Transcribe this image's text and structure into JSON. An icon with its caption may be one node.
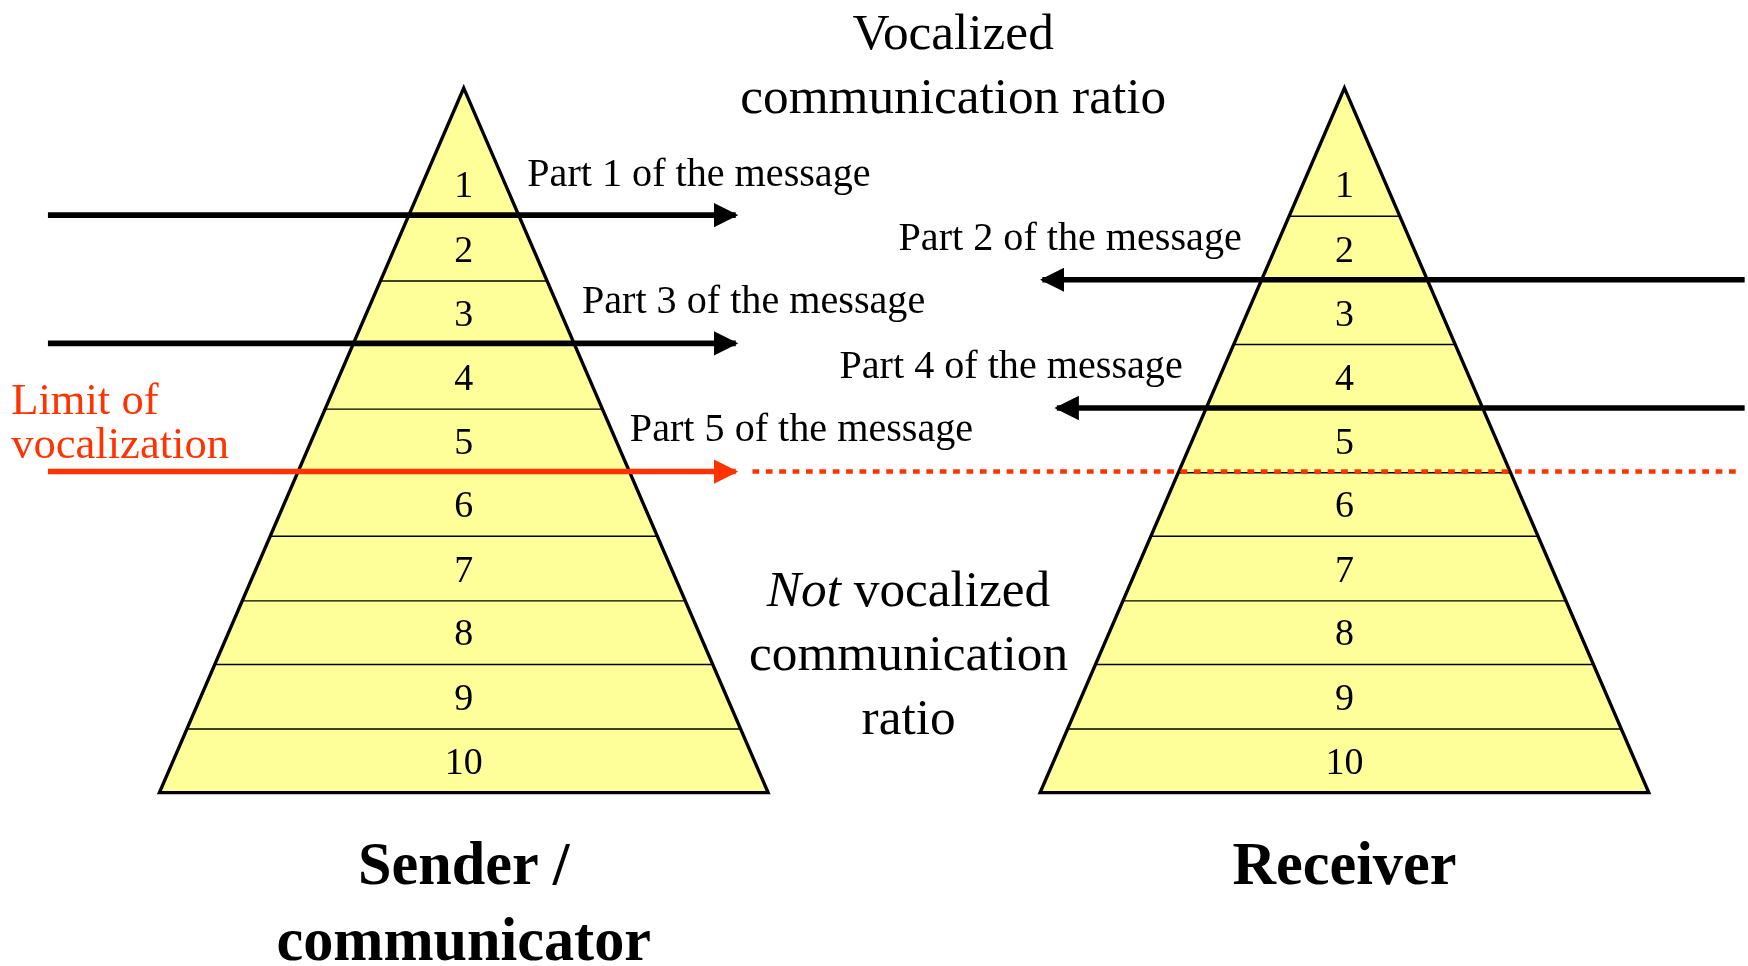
{
  "diagram": {
    "nodes": [
      {
        "text": [
          "Sender / communicator"
        ]
      },
      {
        "text": [
          "1"
        ],
        "in": 0
      },
      {
        "text": [
          "2"
        ],
        "in": 0
      },
      {
        "text": [
          "3"
        ],
        "in": 0
      },
      {
        "text": [
          "4"
        ],
        "in": 0
      },
      {
        "text": [
          "5"
        ],
        "in": 0
      },
      {
        "text": [
          "6"
        ],
        "in": 0
      },
      {
        "text": [
          "7"
        ],
        "in": 0
      },
      {
        "text": [
          "8"
        ],
        "in": 0
      },
      {
        "text": [
          "9"
        ],
        "in": 0
      },
      {
        "text": [
          "10"
        ],
        "in": 0
      },
      {
        "text": [
          "Receiver"
        ]
      },
      {
        "text": [
          "1"
        ],
        "in": 11
      },
      {
        "text": [
          "2"
        ],
        "in": 11
      },
      {
        "text": [
          "3"
        ],
        "in": 11
      },
      {
        "text": [
          "4"
        ],
        "in": 11
      },
      {
        "text": [
          "5"
        ],
        "in": 11
      },
      {
        "text": [
          "6"
        ],
        "in": 11
      },
      {
        "text": [
          "7"
        ],
        "in": 11
      },
      {
        "text": [
          "8"
        ],
        "in": 11
      },
      {
        "text": [
          "9"
        ],
        "in": 11
      },
      {
        "text": [
          "10"
        ],
        "in": 11
      },
      {
        "text": [
          "Part 1 of the message"
        ]
      },
      {
        "text": [
          "Part 2 of the message"
        ]
      },
      {
        "text": [
          "Part 3 of the message"
        ]
      },
      {
        "text": [
          "Part 4 of the message"
        ]
      },
      {
        "text": [
          "Part 5 of the message"
        ]
      },
      {
        "text": [
          "Limit of vocalization"
        ]
      }
    ],
    "edges": [
      {
        "from": null,
        "to": 22,
        "arrow": "to"
      },
      {
        "from": null,
        "to": 23,
        "arrow": "to"
      },
      {
        "from": null,
        "to": 24,
        "arrow": "to"
      },
      {
        "from": null,
        "to": 25,
        "arrow": "to"
      },
      {
        "from": 27,
        "to": 26,
        "arrow": "to",
        "color": "#ff3300"
      }
    ],
    "labels": [
      "Vocalized communication ratio",
      "*Not* vocalized communication ratio"
    ]
  }
}
